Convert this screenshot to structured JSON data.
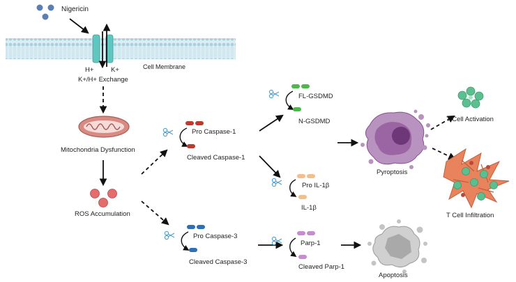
{
  "labels": {
    "nigericin": "Nigericin",
    "cell_membrane": "Cell Membrane",
    "h_plus": "H+",
    "k_plus": "K+",
    "exchange": "K+/H+ Exchange",
    "mito": "Mitochondria Dysfunction",
    "ros": "ROS Accumulation",
    "pro_casp1": "Pro Caspase-1",
    "cleaved_casp1": "Cleaved Caspase-1",
    "pro_casp3": "Pro Caspase-3",
    "cleaved_casp3": "Cleaved Caspase-3",
    "fl_gsdmd": "FL-GSDMD",
    "n_gsdmd": "N-GSDMD",
    "pro_il1b": "Pro IL-1β",
    "il1b": "IL-1β",
    "parp1": "Parp-1",
    "cleaved_parp1": "Cleaved Parp-1",
    "pyroptosis": "Pyroptosis",
    "apoptosis": "Apoptosis",
    "tcell_activation": "T Cell  Activation",
    "tcell_infiltration": "T Cell  Infiltration"
  },
  "colors": {
    "membrane": "#b7dbe6",
    "channel": "#5fc6c0",
    "nigericin_dot": "#5b7fb5",
    "mito": "#d98a82",
    "ros": "#e46c6c",
    "caspase1": "#c0392b",
    "caspase3": "#2f6fb5",
    "gsdmd": "#4cb84a",
    "il1b": "#f2bf8a",
    "parp": "#c88bd1",
    "pyroptosis": "#8a4c91",
    "apoptosis": "#b9b9b9",
    "tcell": "#5cbf90",
    "tumor": "#e9835d",
    "scissors": "#4b9fd3"
  },
  "icons": [
    "nigericin-molecule-icon",
    "ion-channel-icon",
    "mitochondria-icon",
    "ros-icon",
    "scissors-icon",
    "pyroptotic-cell-icon",
    "apoptotic-cell-icon",
    "t-cell-cluster-icon",
    "tumor-infiltration-icon"
  ]
}
